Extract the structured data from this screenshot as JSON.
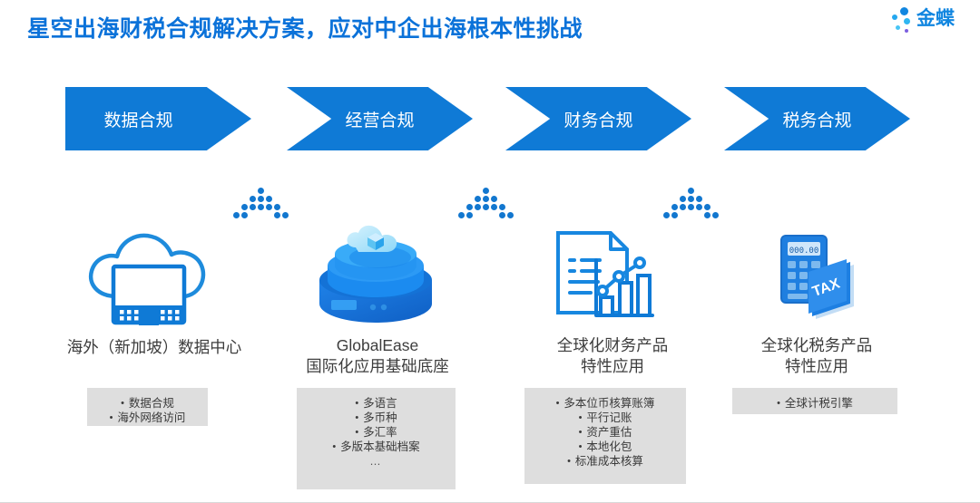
{
  "header": {
    "title": "星空出海财税合规解决方案，应对中企出海根本性挑战",
    "brand_name": "金蝶",
    "title_color": "#0b72d9"
  },
  "flow": {
    "accent_color": "#0f7ad6",
    "steps": [
      {
        "label": "数据合规"
      },
      {
        "label": "经营合规"
      },
      {
        "label": "财务合规"
      },
      {
        "label": "税务合规"
      }
    ]
  },
  "columns": [
    {
      "icon": "cloud-datacenter-icon",
      "title_main": "海外（新加坡）数据中心",
      "title_sub": "",
      "bullets": [
        "数据合规",
        "海外网络访问"
      ]
    },
    {
      "icon": "cloud-database-icon",
      "title_main": "GlobalEase",
      "title_sub": "国际化应用基础底座",
      "bullets": [
        "多语言",
        "多币种",
        "多汇率",
        "多版本基础档案",
        "…"
      ]
    },
    {
      "icon": "financial-report-chart-icon",
      "title_main": "全球化财务产品",
      "title_sub": "特性应用",
      "bullets": [
        "多本位币核算账簿",
        "平行记账",
        "资产重估",
        "本地化包",
        "标准成本核算"
      ]
    },
    {
      "icon": "calculator-tax-icon",
      "title_main": "全球化税务产品",
      "title_sub": "特性应用",
      "bullets": [
        "全球计税引擎"
      ]
    }
  ],
  "bullet_glyph": "•",
  "colors": {
    "box_background": "#dedede",
    "body_text": "#3a3a3a",
    "label_text": "#3d3d3d",
    "dot_blue": "#1277cf"
  }
}
